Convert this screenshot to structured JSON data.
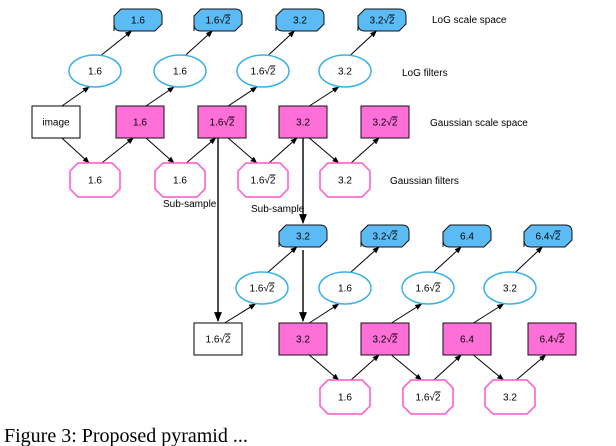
{
  "colors": {
    "log_fill": "#5bbcf5",
    "log_stroke": "#111111",
    "ellipse_stroke": "#3ab0ea",
    "gauss_fill": "#ff6fd8",
    "gauss_stroke": "#111111",
    "octagon_stroke": "#ff55cc",
    "image_fill": "#ffffff",
    "image_stroke": "#000000"
  },
  "labels": {
    "log_scale_space": "LoG scale space",
    "log_filters": "LoG filters",
    "gaussian_scale_space": "Gaussian scale space",
    "gaussian_filters": "Gaussian filters",
    "subsample_1": "Sub-sample",
    "subsample_2": "Sub-sample",
    "caption": "Figure 3:  Proposed pyramid ..."
  },
  "octave1": {
    "log_nodes": [
      {
        "base": "1.6",
        "sqrt2": false
      },
      {
        "base": "1.6",
        "sqrt2": true
      },
      {
        "base": "3.2",
        "sqrt2": false
      },
      {
        "base": "3.2",
        "sqrt2": true
      }
    ],
    "log_filters": [
      {
        "base": "1.6",
        "sqrt2": false
      },
      {
        "base": "1.6",
        "sqrt2": false
      },
      {
        "base": "1.6",
        "sqrt2": true
      },
      {
        "base": "3.2",
        "sqrt2": false
      }
    ],
    "image": {
      "base": "image",
      "sqrt2": false
    },
    "gauss_nodes": [
      {
        "base": "1.6",
        "sqrt2": false
      },
      {
        "base": "1.6",
        "sqrt2": true
      },
      {
        "base": "3.2",
        "sqrt2": false
      },
      {
        "base": "3.2",
        "sqrt2": true
      }
    ],
    "gauss_filters": [
      {
        "base": "1.6",
        "sqrt2": false
      },
      {
        "base": "1.6",
        "sqrt2": false
      },
      {
        "base": "1.6",
        "sqrt2": true
      },
      {
        "base": "3.2",
        "sqrt2": false
      }
    ]
  },
  "octave2": {
    "log_nodes": [
      {
        "base": "3.2",
        "sqrt2": false
      },
      {
        "base": "3.2",
        "sqrt2": true
      },
      {
        "base": "6.4",
        "sqrt2": false
      },
      {
        "base": "6.4",
        "sqrt2": true
      }
    ],
    "log_filters": [
      {
        "base": "1.6",
        "sqrt2": true
      },
      {
        "base": "1.6",
        "sqrt2": false
      },
      {
        "base": "1.6",
        "sqrt2": true
      },
      {
        "base": "3.2",
        "sqrt2": false
      }
    ],
    "subsampled": {
      "base": "1.6",
      "sqrt2": true
    },
    "gauss_nodes": [
      {
        "base": "3.2",
        "sqrt2": false
      },
      {
        "base": "3.2",
        "sqrt2": true
      },
      {
        "base": "6.4",
        "sqrt2": false
      },
      {
        "base": "6.4",
        "sqrt2": true
      }
    ],
    "gauss_filters": [
      {
        "base": "1.6",
        "sqrt2": false
      },
      {
        "base": "1.6",
        "sqrt2": true
      },
      {
        "base": "3.2",
        "sqrt2": false
      }
    ]
  }
}
